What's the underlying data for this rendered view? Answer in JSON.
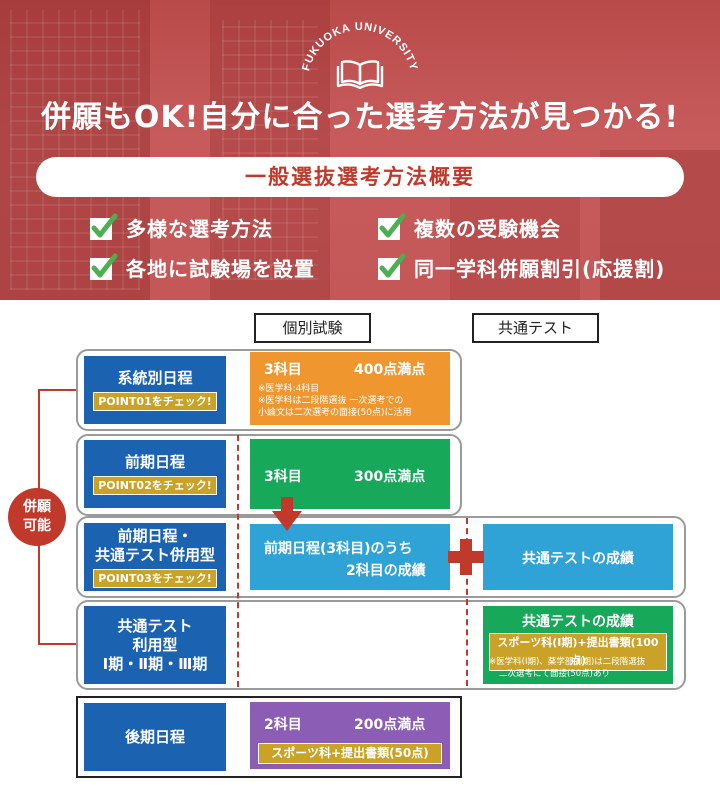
{
  "hero": {
    "logo_text": "FUKUOKA UNIVERSITY",
    "title": "併願もOK!自分に合った選考方法が見つかる!",
    "bar_title": "一般選抜選考方法概要",
    "features": [
      "多様な選考方法",
      "複数の受験機会",
      "各地に試験場を設置",
      "同一学科併願割引(応援割)"
    ]
  },
  "columns": {
    "individual": "個別試験",
    "common": "共通テスト"
  },
  "side_label": {
    "line1": "併願",
    "line2": "可能"
  },
  "schedules": [
    {
      "lines": [
        "系統別日程"
      ],
      "point": "POINT01をチェック!"
    },
    {
      "lines": [
        "前期日程"
      ],
      "point": "POINT02をチェック!"
    },
    {
      "lines": [
        "前期日程・",
        "共通テスト併用型"
      ],
      "point": "POINT03をチェック!"
    },
    {
      "lines": [
        "共通テスト",
        "利用型",
        "Ⅰ期・Ⅱ期・Ⅲ期"
      ],
      "point": ""
    },
    {
      "lines": [
        "後期日程"
      ],
      "point": ""
    }
  ],
  "cells": {
    "orange": {
      "subjects": "3科目",
      "score": "400点満点",
      "notes": [
        "※医学科:4科目",
        "※医学科は二段階選抜 一次選考での",
        "小論文は二次選考の面接(50点)に活用"
      ]
    },
    "green": {
      "subjects": "3科目",
      "score": "300点満点"
    },
    "blue1": {
      "line1": "前期日程(3科目)のうち",
      "line2": "2科目の成績"
    },
    "blue2": {
      "text": "共通テストの成績"
    },
    "green2": {
      "title": "共通テストの成績",
      "bar": "スポーツ科(Ⅰ期)+提出書類(100点)",
      "notes": [
        "※医学科(Ⅰ期)、薬学部(Ⅲ期)は二段階選抜",
        "二次選考にて面接(50点)あり"
      ]
    },
    "purple": {
      "subjects": "2科目",
      "score": "200点満点",
      "bar": "スポーツ科+提出書類(50点)"
    }
  },
  "colors": {
    "hero_red": "#c45757",
    "accent_red": "#c0392b",
    "schedule_blue": "#1b62b0",
    "point_gold": "#c9a227",
    "orange": "#f0962f",
    "green": "#17a85a",
    "sky": "#2fa2d6",
    "purple": "#8c5db5"
  },
  "icons": [
    "book-icon",
    "check-icon",
    "arrow-down-icon",
    "plus-icon"
  ]
}
